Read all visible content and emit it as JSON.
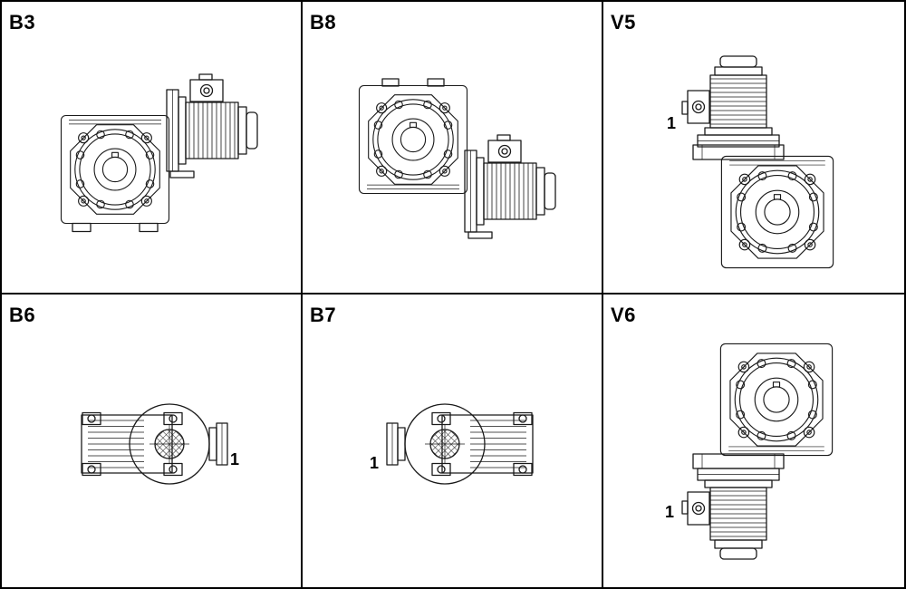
{
  "diagram": {
    "panels": [
      {
        "id": "b3",
        "label": "B3"
      },
      {
        "id": "b8",
        "label": "B8"
      },
      {
        "id": "v5",
        "label": "V5",
        "marker": "1"
      },
      {
        "id": "b6",
        "label": "B6",
        "marker": "1"
      },
      {
        "id": "b7",
        "label": "B7",
        "marker": "1"
      },
      {
        "id": "v6",
        "label": "V6",
        "marker": "1"
      }
    ],
    "colors": {
      "line": "#1a1a1a",
      "background": "#ffffff",
      "border": "#000000"
    }
  }
}
